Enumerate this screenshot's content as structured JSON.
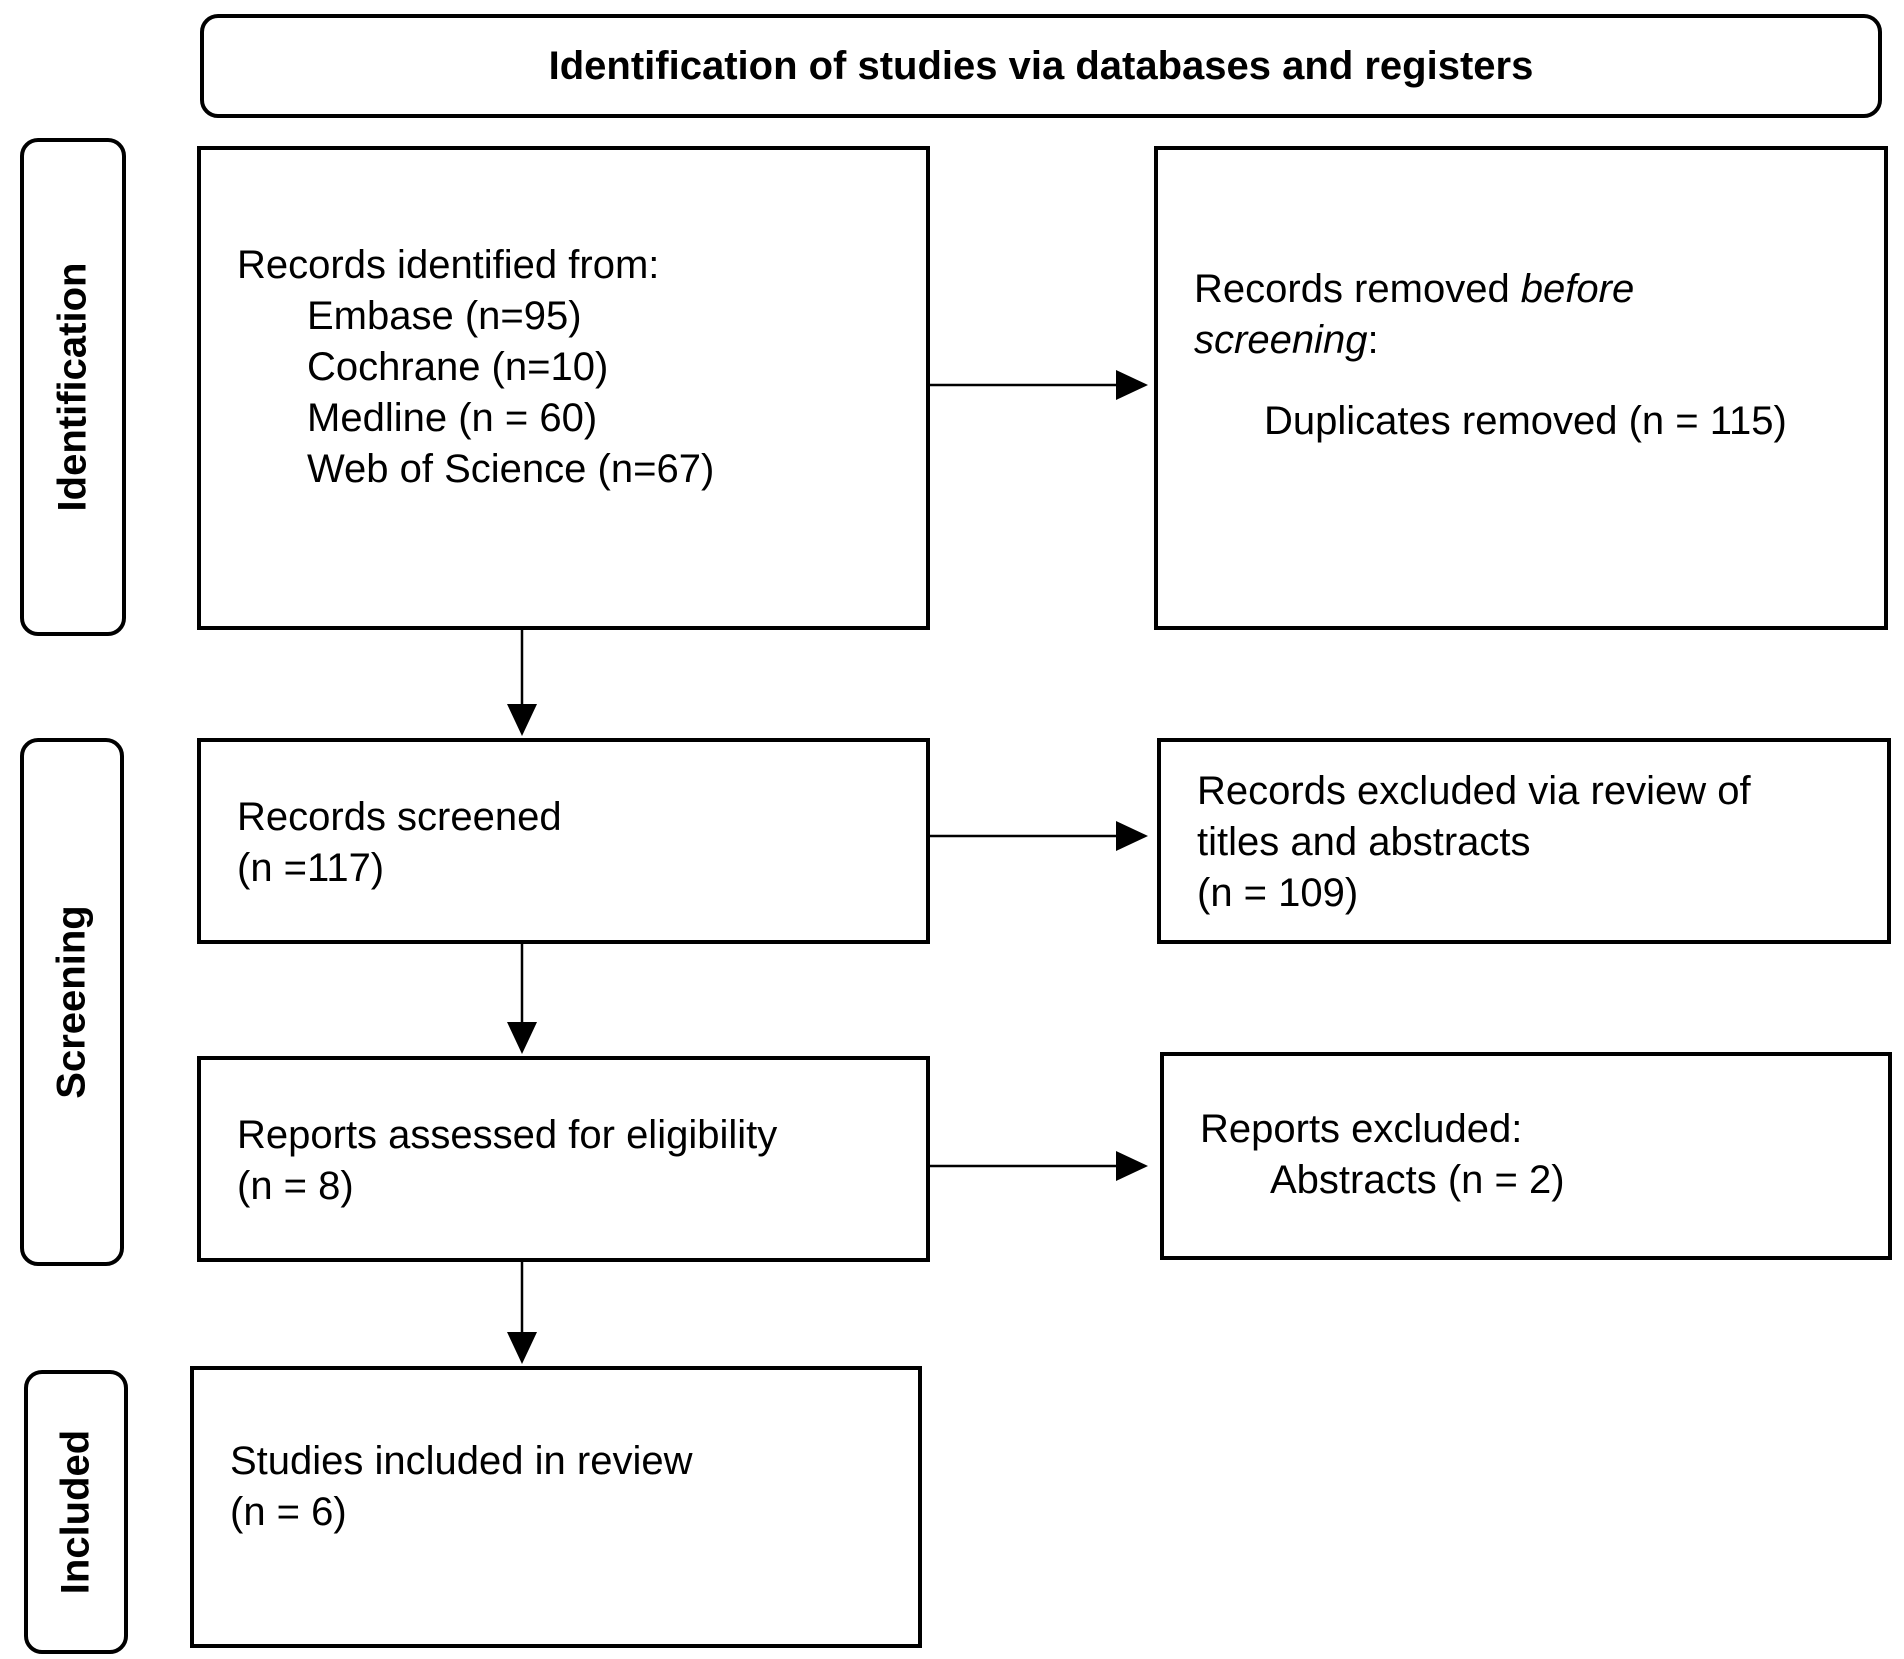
{
  "header": {
    "title": "Identification of studies via databases and registers"
  },
  "phases": {
    "identification": "Identification",
    "screening": "Screening",
    "included": "Included"
  },
  "identified": {
    "heading": "Records identified from:",
    "sources": [
      "Embase (n=95)",
      "Cochrane (n=10)",
      "Medline (n = 60)",
      "Web of Science (n=67)"
    ]
  },
  "removed": {
    "heading_start": "Records removed ",
    "heading_italic_1": "before",
    "heading_italic_2": "screening",
    "heading_end": ":",
    "duplicates": "Duplicates removed (n = 115)"
  },
  "screened": {
    "line1": "Records screened",
    "line2": "(n =117)"
  },
  "excluded_titles": {
    "line1": "Records excluded via review of",
    "line2": "titles and abstracts",
    "line3": "(n = 109)"
  },
  "assessed": {
    "line1": "Reports assessed for eligibility",
    "line2": "(n = 8)"
  },
  "reports_excluded": {
    "line1": "Reports excluded:",
    "line2": "Abstracts (n = 2)"
  },
  "included": {
    "line1": "Studies included in review",
    "line2": "(n = 6)"
  }
}
